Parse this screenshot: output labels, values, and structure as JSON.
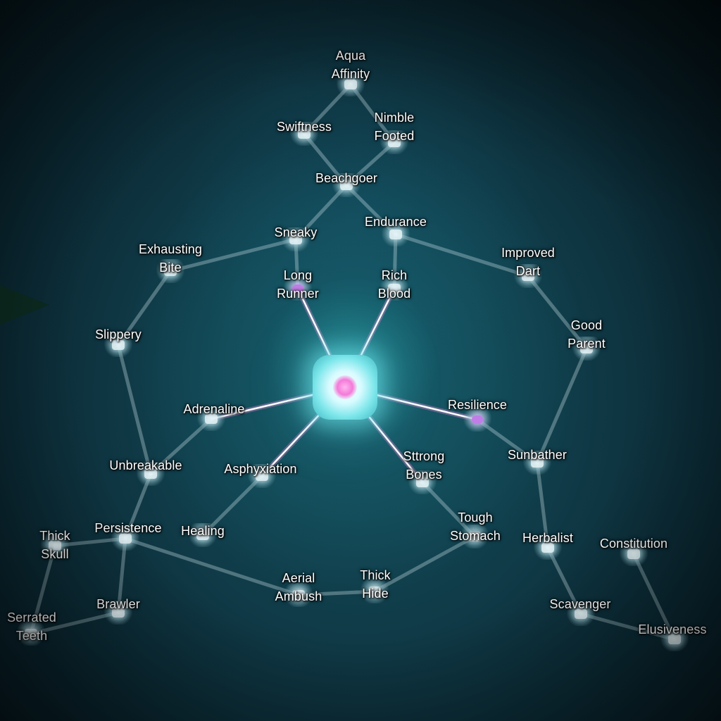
{
  "title": "",
  "colors": {
    "link": "#c9dfe4",
    "active_link_a": "#ffffff",
    "active_link_b": "#f08ad9",
    "active_node": "#c07ee6",
    "label": "#ffffff"
  },
  "core": {
    "icon": "core-gem-icon"
  },
  "skills": [
    {
      "id": "aqua-affinity",
      "label": "Aqua\nAffinity",
      "icon": "wave-icon"
    },
    {
      "id": "swiftness",
      "label": "Swiftness",
      "icon": "feather-icon"
    },
    {
      "id": "nimble-footed",
      "label": "Nimble\nFooted",
      "icon": "foot-icon"
    },
    {
      "id": "beachgoer",
      "label": "Beachgoer",
      "icon": "shell-icon"
    },
    {
      "id": "sneaky",
      "label": "Sneaky",
      "icon": "claw-icon"
    },
    {
      "id": "endurance",
      "label": "Endurance",
      "icon": "lungs-icon"
    },
    {
      "id": "exhausting-bite",
      "label": "Exhausting\nBite",
      "icon": "fang-icon"
    },
    {
      "id": "improved-dart",
      "label": "Improved\nDart",
      "icon": "dart-icon"
    },
    {
      "id": "long-runner",
      "label": "Long\nRunner",
      "icon": "runner-icon",
      "active": true
    },
    {
      "id": "rich-blood",
      "label": "Rich\nBlood",
      "icon": "blood-drop-icon"
    },
    {
      "id": "good-parent",
      "label": "Good\nParent",
      "icon": "nest-icon"
    },
    {
      "id": "slippery",
      "label": "Slippery",
      "icon": "scale-icon"
    },
    {
      "id": "adrenaline",
      "label": "Adrenaline",
      "icon": "heart-icon"
    },
    {
      "id": "resilience",
      "label": "Resilience",
      "icon": "shield-icon",
      "active": true
    },
    {
      "id": "unbreakable",
      "label": "Unbreakable",
      "icon": "bone-icon"
    },
    {
      "id": "asphyxiation",
      "label": "Asphyxiation",
      "icon": "jaw-icon"
    },
    {
      "id": "sttrong-bones",
      "label": "Sttrong\nBones",
      "icon": "skull-icon"
    },
    {
      "id": "sunbather",
      "label": "Sunbather",
      "icon": "sun-icon"
    },
    {
      "id": "thick-skull",
      "label": "Thick\nSkull",
      "icon": "horn-icon"
    },
    {
      "id": "persistence",
      "label": "Persistence",
      "icon": "hourglass-icon"
    },
    {
      "id": "healing",
      "label": "Healing",
      "icon": "leaf-icon"
    },
    {
      "id": "tough-stomach",
      "label": "Tough\nStomach",
      "icon": "stomach-icon"
    },
    {
      "id": "herbalist",
      "label": "Herbalist",
      "icon": "herb-icon"
    },
    {
      "id": "constitution",
      "label": "Constitution",
      "icon": "heart-shield-icon"
    },
    {
      "id": "aerial-ambush",
      "label": "Aerial\nAmbush",
      "icon": "wing-icon"
    },
    {
      "id": "thick-hide",
      "label": "Thick\nHide",
      "icon": "hide-icon"
    },
    {
      "id": "brawler",
      "label": "Brawler",
      "icon": "teeth-icon"
    },
    {
      "id": "scavenger",
      "label": "Scavenger",
      "icon": "bone-pile-icon"
    },
    {
      "id": "serrated-teeth",
      "label": "Serrated\nTeeth",
      "icon": "tooth-icon"
    },
    {
      "id": "elusiveness",
      "label": "Elusiveness",
      "icon": "shadow-icon"
    }
  ],
  "links": [
    [
      "aqua-affinity",
      "swiftness"
    ],
    [
      "aqua-affinity",
      "nimble-footed"
    ],
    [
      "swiftness",
      "beachgoer"
    ],
    [
      "nimble-footed",
      "beachgoer"
    ],
    [
      "beachgoer",
      "sneaky"
    ],
    [
      "beachgoer",
      "endurance"
    ],
    [
      "sneaky",
      "long-runner"
    ],
    [
      "sneaky",
      "exhausting-bite"
    ],
    [
      "endurance",
      "rich-blood"
    ],
    [
      "endurance",
      "improved-dart"
    ],
    [
      "exhausting-bite",
      "slippery"
    ],
    [
      "improved-dart",
      "good-parent"
    ],
    [
      "slippery",
      "unbreakable"
    ],
    [
      "good-parent",
      "sunbather"
    ],
    [
      "unbreakable",
      "adrenaline"
    ],
    [
      "unbreakable",
      "persistence"
    ],
    [
      "sunbather",
      "resilience"
    ],
    [
      "sunbather",
      "herbalist"
    ],
    [
      "persistence",
      "thick-skull"
    ],
    [
      "persistence",
      "brawler"
    ],
    [
      "persistence",
      "aerial-ambush"
    ],
    [
      "thick-skull",
      "serrated-teeth"
    ],
    [
      "brawler",
      "serrated-teeth"
    ],
    [
      "healing",
      "asphyxiation"
    ],
    [
      "aerial-ambush",
      "thick-hide"
    ],
    [
      "thick-hide",
      "tough-stomach"
    ],
    [
      "tough-stomach",
      "sttrong-bones"
    ],
    [
      "herbalist",
      "scavenger"
    ],
    [
      "scavenger",
      "elusiveness"
    ],
    [
      "constitution",
      "elusiveness"
    ]
  ],
  "active_links": [
    "long-runner",
    "rich-blood",
    "resilience",
    "sttrong-bones",
    "asphyxiation",
    "adrenaline"
  ]
}
